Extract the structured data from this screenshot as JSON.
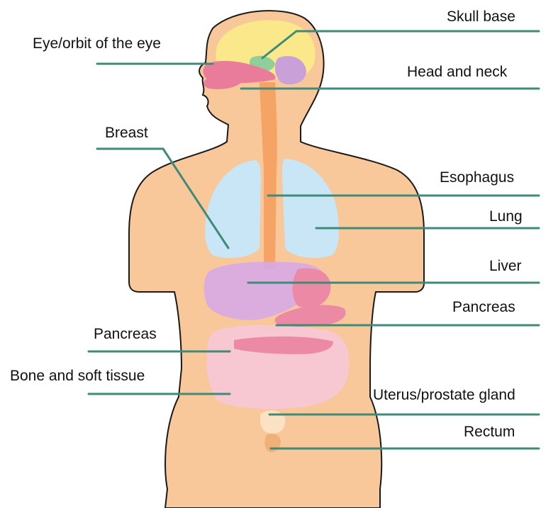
{
  "labels": {
    "skull_base": "Skull base",
    "eye_orbit": "Eye/orbit of the eye",
    "head_neck": "Head and neck",
    "breast": "Breast",
    "esophagus": "Esophagus",
    "lung": "Lung",
    "liver": "Liver",
    "pancreas_right": "Pancreas",
    "pancreas_left": "Pancreas",
    "bone_soft_tissue": "Bone and soft tissue",
    "uterus_prostate": "Uterus/prostate gland",
    "rectum": "Rectum"
  },
  "colors": {
    "skin": "#f8c89a",
    "skin_dark": "#f0b07a",
    "leader": "#3f8a78",
    "brain": "#fbe88a",
    "pituitary": "#8fcf9c",
    "cerebellum": "#c9a0d8",
    "sinus": "#e87c9a",
    "esophagus": "#f5a466",
    "lung": "#c8e6f6",
    "liver": "#d7a8e6",
    "pancreas": "#ec8aa6",
    "intestine": "#f6c8d8"
  }
}
